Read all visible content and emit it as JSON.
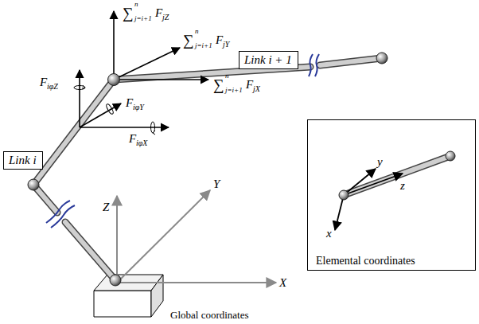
{
  "diagram": {
    "nodes": [
      {
        "text": [
          "Link i + 1"
        ]
      },
      {
        "text": [
          "Link i"
        ]
      },
      {
        "text": [
          "Elemental coordinates"
        ]
      }
    ],
    "labels": [
      "∑",
      "n",
      "j=i+1",
      "F",
      "jZ",
      "∑",
      "n",
      "j=i+1",
      "F",
      "jY",
      "∑",
      "n",
      "j=i+1",
      "F",
      "jX",
      "F",
      "iφZ",
      "F",
      "iφY",
      "F",
      "iφX",
      "X",
      "Y",
      "Z",
      "y",
      "z",
      "x",
      "Global coordinates"
    ]
  }
}
